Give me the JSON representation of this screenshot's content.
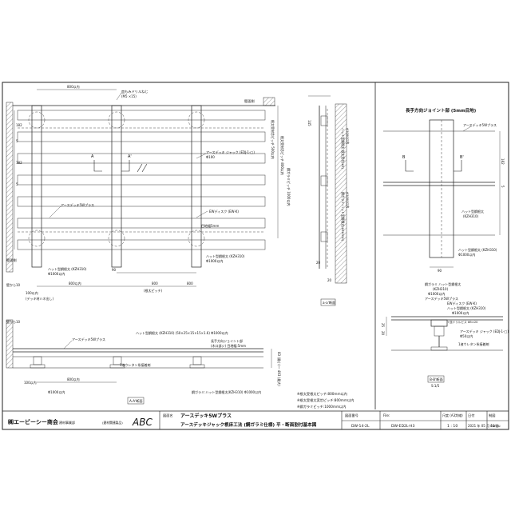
{
  "plan": {
    "labels": {
      "drill_screw": "皿もみドリルねじ",
      "drill_screw_spec": "(M5 ×15)",
      "wall_side_top": "壁面側",
      "wall_side_bottom": "壁面側",
      "wall_offset": "壁から10",
      "jack": "アースデッキ ジャック (EDJ-1-□)",
      "jack_spec": "Φ100",
      "board": "アースデッキ5Wプラス",
      "disk": "EWディスク (EW-K)",
      "adjuster": "目地幅5mm",
      "hat_bar": "ハット型鋼根太 (KZH310)",
      "hat_bar_spec": "Φ1000以内",
      "glass_shim": "ハット型鋼根太 (KZH310)",
      "glass_shim_spec": "Φ1000以内",
      "deck_overhang": "(デッキ材ハネ出し)",
      "section_a": "A",
      "section_a2": "A'"
    },
    "dims": {
      "top": "800以内",
      "bottom1": "800以内",
      "bottom2": "800",
      "bottom3": "800",
      "bottom_sum": "(根太ピッチ)",
      "left_100": "100以内",
      "side1": "182",
      "side2": "5",
      "side3": "182",
      "side4": "5",
      "v90": "90",
      "v_pitch": "鋼ガラミピッチ 1000以内",
      "v_pitch2": "根太受材芯ピッチ 800以内",
      "v_pitch3": "根太受材芯ピッチ 500以内"
    }
  },
  "side_section": {
    "title": "a-a'断面",
    "labels": {
      "l1": "ハット型鋼根太 根太受材(KZ)",
      "l2": "Φ1000以内",
      "l3": "鋼ガラミ:ハット型鋼根太(KZH310)",
      "l4": "Φ1000以内"
    },
    "dims": {
      "d1": "145",
      "d2": "20",
      "d3": "20"
    }
  },
  "section_aa": {
    "title": "A-A'断面",
    "labels": {
      "board": "アースデッキ5Wプラス",
      "hat_bar": "ハット型鋼根太 (KZH310) (50×25×15×15×1.6) Φ1000以内",
      "joint": "長手方向ジョイント部",
      "joint_note": "(木口部ジ) 目地幅:5mm",
      "urethane": "1液ウレタン系接着剤",
      "glass": "鋼ガラミ:ハット型鋼根太(KZH310) Φ1000以内",
      "left_100": "100以内",
      "left_spec": "Φ1000以内",
      "wall_offset": "壁から10",
      "height1": "83 (最小)～ 493 (最大)"
    },
    "dims": {
      "d1": "800以内"
    }
  },
  "joint_detail": {
    "title": "長手方向ジョイント部 (5mm目地)",
    "labels": {
      "board": "アースデッキ5Wプラス",
      "section_b": "B",
      "section_b2": "B'",
      "hat_bar": "ハット型鋼根太",
      "spec": "(KZH310)",
      "hat_bar2": "ハット型鋼根太 (KZH310)",
      "spec2": "Φ1000以内"
    },
    "dims": {
      "d1": "182",
      "d2": "5",
      "d3": "90"
    }
  },
  "section_bb": {
    "title": "B-B'断面",
    "scale": "S:1/5",
    "labels": {
      "l1": "鋼ガラミ ハット型鋼根太",
      "l2": "(KZH310)",
      "l3": "Φ1000以内",
      "l4": "アースデッキ5Wプラス",
      "l5": "EWディスク (EW-K)",
      "l6": "ハット型鋼根太 (KZH310)",
      "l7": "Φ1000以内",
      "l8": "+皿ドリルビス Φ5×20",
      "l9": "アースデッキ ジャック (EDJ-1-□)",
      "l10": "Φ50以内",
      "l11": "1液ウレタン系接着剤"
    },
    "dims": {
      "d1": "25",
      "d2": "20"
    }
  },
  "notes": [
    "※根太受根太ピッチ:800mm以内",
    "※根太受根太実芯ピッチ:800mm以内",
    "※鋼ガラミピッチ:1000mm以内"
  ],
  "title_block": {
    "company": "㈱エービーシー商会",
    "dept": "建材事業部",
    "brand_note": "(建材関連製品)",
    "logo": "ABC",
    "figure_name_label": "図面名",
    "figure_name1": "アースデッキ5Wプラス",
    "figure_name2": "アースデッキジャック根床工法 (鋼ガラミ仕様) 平・断面割付基本図",
    "drawing_no_label": "図面番号",
    "drawing_no": "DW-14-2L",
    "file_label": "File:",
    "file": "DW-ED2L-H3",
    "scale_label": "尺度 (A3判縮)",
    "scale": "1 : 10",
    "date_label": "日付",
    "date": "2021 年 05 月 10 日",
    "author_label": "制図",
    "author": "matsu"
  }
}
